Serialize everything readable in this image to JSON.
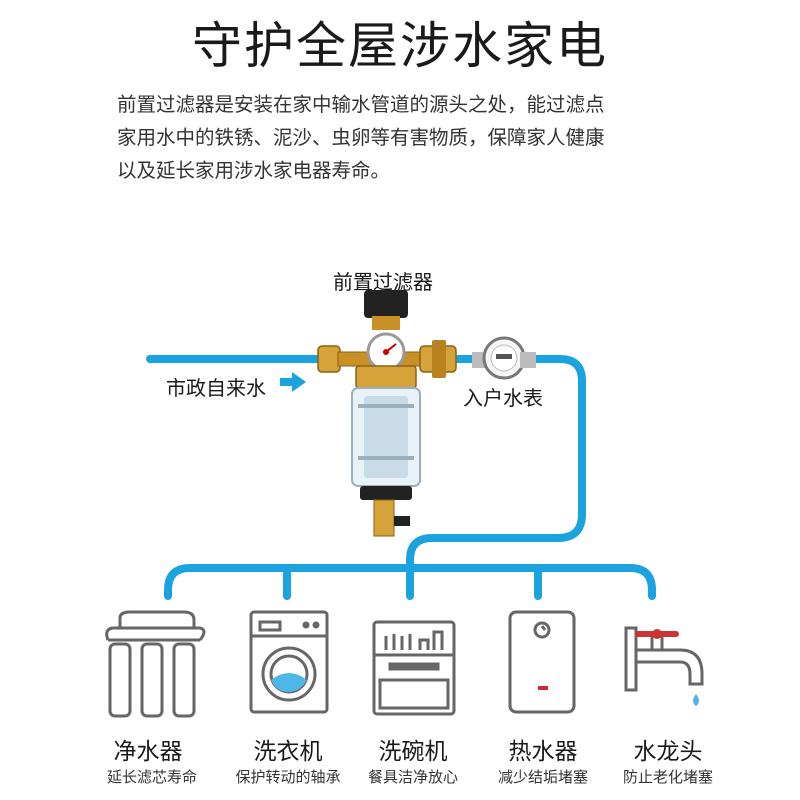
{
  "title": "守护全屋涉水家电",
  "description_lines": [
    "前置过滤器是安装在家中输水管道的源头之处，能过滤点",
    "家用水中的铁锈、泥沙、虫卵等有害物质，保障家人健康",
    "以及延长家用涉水家电器寿命。"
  ],
  "diagram": {
    "filter_label": "前置过滤器",
    "inlet_label": "市政自来水",
    "meter_label": "入户水表",
    "pipe_color": "#1ba3e0",
    "arrow_color": "#1ba3e0"
  },
  "appliances": [
    {
      "name": "净水器",
      "desc": "延长滤芯寿命",
      "icon": "water-purifier-icon"
    },
    {
      "name": "洗衣机",
      "desc": "保护转动的轴承",
      "icon": "washing-machine-icon"
    },
    {
      "name": "洗碗机",
      "desc": "餐具洁净放心",
      "icon": "dishwasher-icon"
    },
    {
      "name": "热水器",
      "desc": "减少结垢堵塞",
      "icon": "water-heater-icon"
    },
    {
      "name": "水龙头",
      "desc": "防止老化堵塞",
      "icon": "faucet-icon"
    }
  ]
}
